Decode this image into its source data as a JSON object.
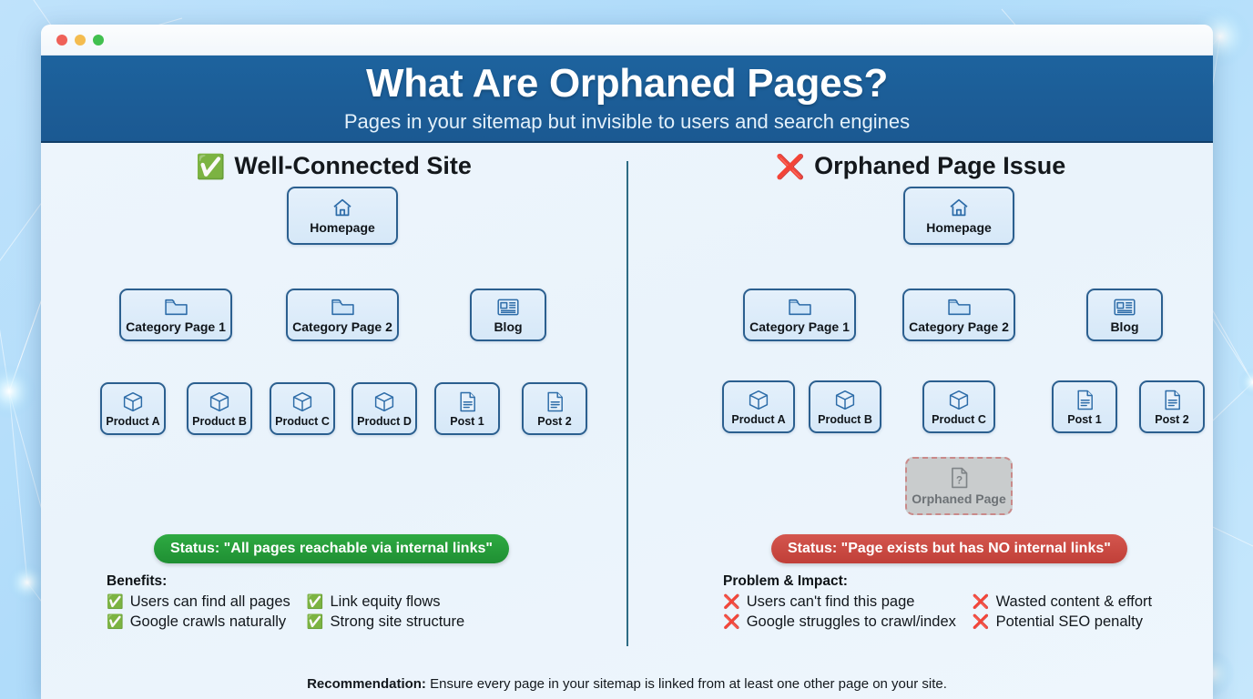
{
  "window": {
    "traffic_lights": [
      "close",
      "minimize",
      "maximize"
    ]
  },
  "header": {
    "title": "What Are Orphaned Pages?",
    "subtitle": "Pages in your sitemap but invisible to users and search engines",
    "bg_color": "#1c5d97"
  },
  "left": {
    "mark": "✅",
    "heading": "Well-Connected Site",
    "arrow_color": "#2aa431",
    "nodes": {
      "root": {
        "icon": "home-icon",
        "label": "Homepage"
      },
      "level2": [
        {
          "icon": "folder-icon",
          "label": "Category Page 1"
        },
        {
          "icon": "folder-icon",
          "label": "Category Page 2"
        },
        {
          "icon": "newspaper-icon",
          "label": "Blog"
        }
      ],
      "level3": [
        {
          "icon": "package-icon",
          "label": "Product A"
        },
        {
          "icon": "package-icon",
          "label": "Product B"
        },
        {
          "icon": "package-icon",
          "label": "Product C"
        },
        {
          "icon": "package-icon",
          "label": "Product D"
        },
        {
          "icon": "document-icon",
          "label": "Post 1"
        },
        {
          "icon": "document-icon",
          "label": "Post 2"
        }
      ]
    },
    "status": "Status: \"All pages reachable via internal links\"",
    "status_color": "#1f8f33",
    "list_title": "Benefits:",
    "bullets": [
      {
        "mark": "✅",
        "text": "Users can find all pages"
      },
      {
        "mark": "✅",
        "text": "Link equity flows"
      },
      {
        "mark": "✅",
        "text": "Google crawls naturally"
      },
      {
        "mark": "✅",
        "text": "Strong site structure"
      }
    ]
  },
  "right": {
    "mark": "❌",
    "heading": "Orphaned Page Issue",
    "arrow_color": "#d4564e",
    "nodes": {
      "root": {
        "icon": "home-icon",
        "label": "Homepage"
      },
      "level2": [
        {
          "icon": "folder-icon",
          "label": "Category Page 1"
        },
        {
          "icon": "folder-icon",
          "label": "Category Page 2"
        },
        {
          "icon": "newspaper-icon",
          "label": "Blog"
        }
      ],
      "level3": [
        {
          "icon": "package-icon",
          "label": "Product A"
        },
        {
          "icon": "package-icon",
          "label": "Product B"
        },
        {
          "icon": "package-icon",
          "label": "Product C"
        },
        {
          "icon": "document-icon",
          "label": "Post 1"
        },
        {
          "icon": "document-icon",
          "label": "Post 2"
        }
      ],
      "orphan": {
        "icon": "unknown-document-icon",
        "label": "Orphaned Page"
      }
    },
    "status": "Status: \"Page exists but has NO internal links\"",
    "status_color": "#c03f38",
    "list_title": "Problem & Impact:",
    "bullets": [
      {
        "mark": "❌",
        "text": "Users can't find this page"
      },
      {
        "mark": "❌",
        "text": "Wasted content & effort"
      },
      {
        "mark": "❌",
        "text": "Google struggles to crawl/index"
      },
      {
        "mark": "❌",
        "text": "Potential SEO penalty"
      }
    ]
  },
  "footer": {
    "label": "Recommendation:",
    "text": " Ensure every page in your sitemap is linked from at least one other page on your site."
  }
}
